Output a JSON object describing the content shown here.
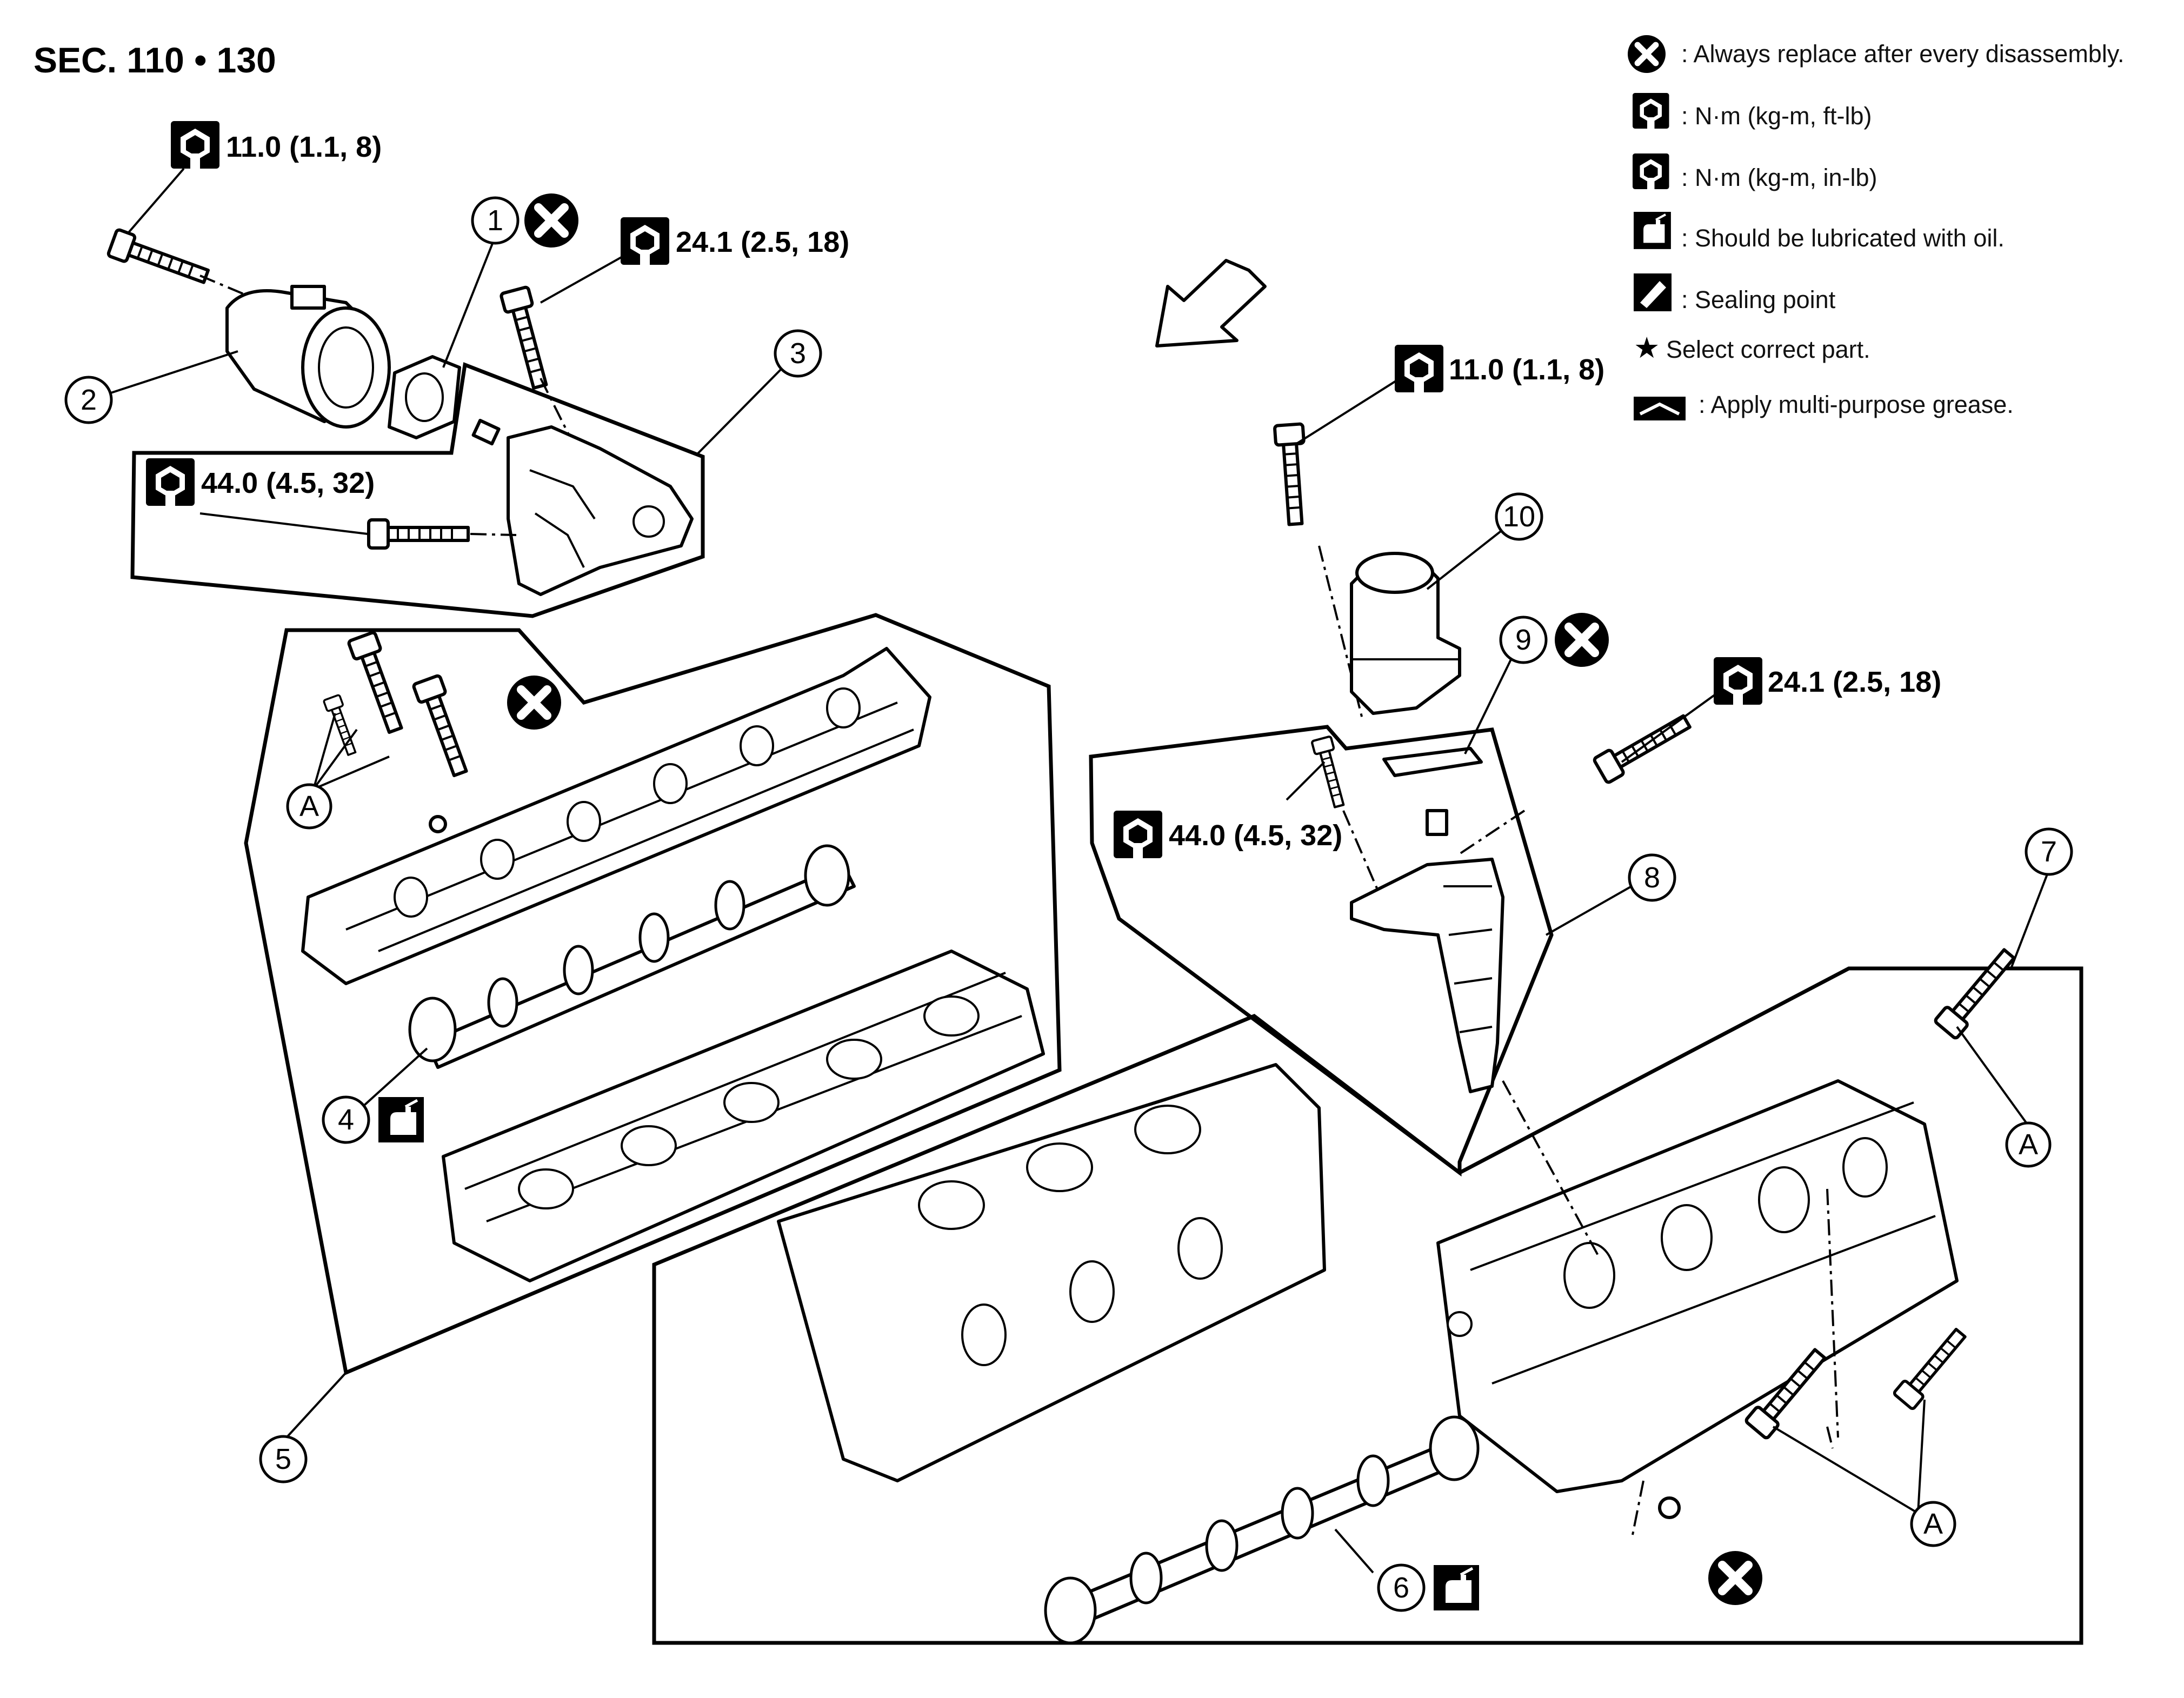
{
  "section_heading": "SEC. 110 • 130",
  "legend": [
    {
      "icon": "replace-x-icon",
      "text": ": Always replace after every disassembly."
    },
    {
      "icon": "torque-wrench-icon",
      "text": ": N·m (kg-m, ft-lb)"
    },
    {
      "icon": "torque-wrench-small-icon",
      "text": ": N·m (kg-m, in-lb)"
    },
    {
      "icon": "oil-can-icon",
      "text": ": Should be lubricated with oil."
    },
    {
      "icon": "sealing-point-icon",
      "text": ": Sealing point"
    },
    {
      "icon": "star-icon",
      "text": "Select correct part."
    },
    {
      "icon": "grease-icon",
      "text": ": Apply multi-purpose grease."
    }
  ],
  "torque_labels": {
    "t1": "11.0 (1.1, 8)",
    "t2": "24.1 (2.5, 18)",
    "t3": "44.0 (4.5, 32)",
    "t4": "11.0 (1.1, 8)",
    "t5": "24.1 (2.5, 18)",
    "t6": "44.0 (4.5, 32)"
  },
  "callouts": {
    "c1": "1",
    "c2": "2",
    "c3": "3",
    "c4": "4",
    "c5": "5",
    "c6": "6",
    "c7": "7",
    "c8": "8",
    "c9": "9",
    "c10": "10",
    "a1": "A",
    "a2": "A",
    "a3": "A"
  },
  "colors": {
    "line": "#000000",
    "background": "#ffffff"
  }
}
